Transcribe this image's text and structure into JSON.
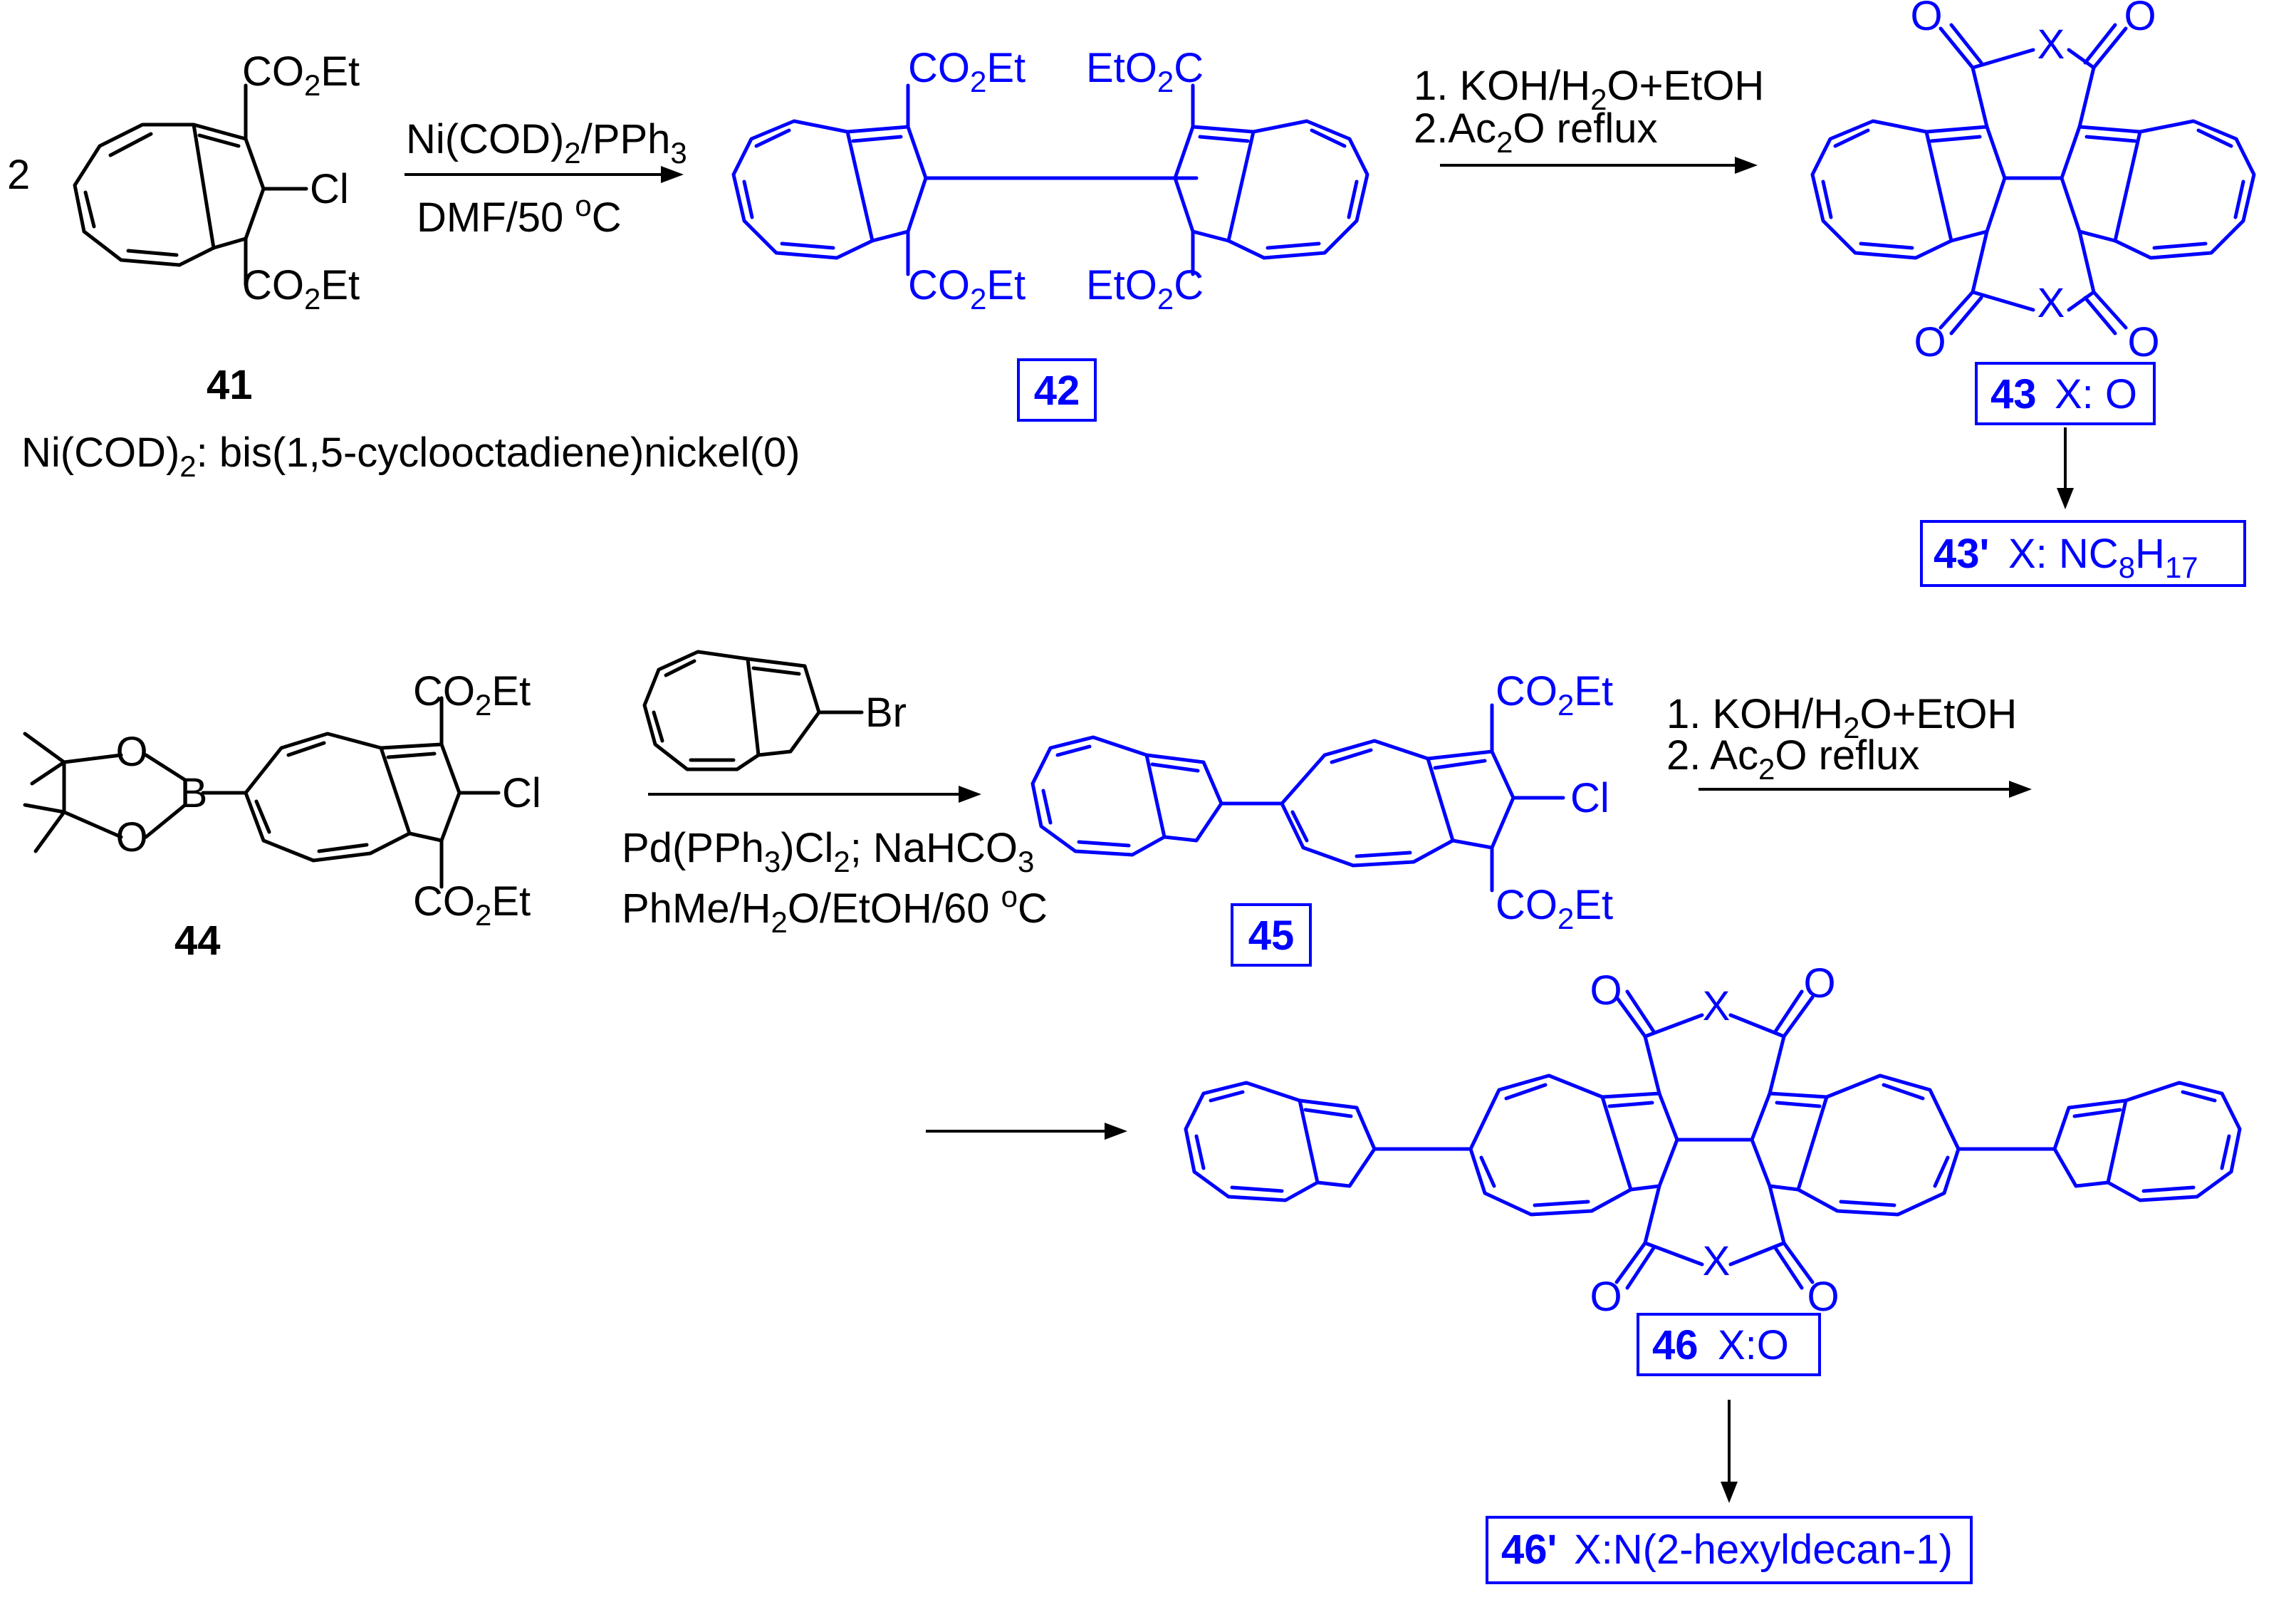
{
  "colors": {
    "reagent": "#000000",
    "product": "#0000ff"
  },
  "step1": {
    "coefficient": "2",
    "conditions_top": "Ni(COD)2/PPh3",
    "conditions_bottom": "DMF/50 oC",
    "note": "Ni(COD)2: bis(1,5-cyclooctadiene)nickel(0)"
  },
  "compound_41": {
    "label": "41",
    "substituent_top": "CO2Et",
    "substituent_mid": "Cl",
    "substituent_bottom": "CO2Et"
  },
  "compound_42": {
    "label": "42",
    "left_top": "CO2Et",
    "left_bottom": "CO2Et",
    "right_top": "EtO2C",
    "right_bottom": "EtO2C"
  },
  "step2": {
    "line1": "1. KOH/H2O+EtOH",
    "line2": "2.Ac2O reflux"
  },
  "compound_43": {
    "label": "43",
    "label_x": "X: O",
    "ring_x": "X",
    "oxygen": "O"
  },
  "compound_43p": {
    "label": "43'",
    "label_x": "X: NC8H17"
  },
  "compound_44": {
    "label": "44",
    "ring_b": "B",
    "ring_o": "O",
    "substituent_top": "CO2Et",
    "substituent_mid": "Cl",
    "substituent_bottom": "CO2Et"
  },
  "step3": {
    "reagent_br": "Br",
    "conditions_line1": "Pd(PPh3)Cl2; NaHCO3",
    "conditions_line2": "PhMe/H2O/EtOH/60 oC"
  },
  "compound_45": {
    "label": "45",
    "substituent_top": "CO2Et",
    "substituent_mid": "Cl",
    "substituent_bottom": "CO2Et"
  },
  "step4": {
    "line1": "1. KOH/H2O+EtOH",
    "line2": "2. Ac2O reflux"
  },
  "compound_46": {
    "label": "46",
    "label_x": "X:O",
    "ring_x": "X",
    "oxygen": "O"
  },
  "compound_46p": {
    "label": "46'",
    "label_x": "X:N(2-hexyldecan-1)"
  }
}
